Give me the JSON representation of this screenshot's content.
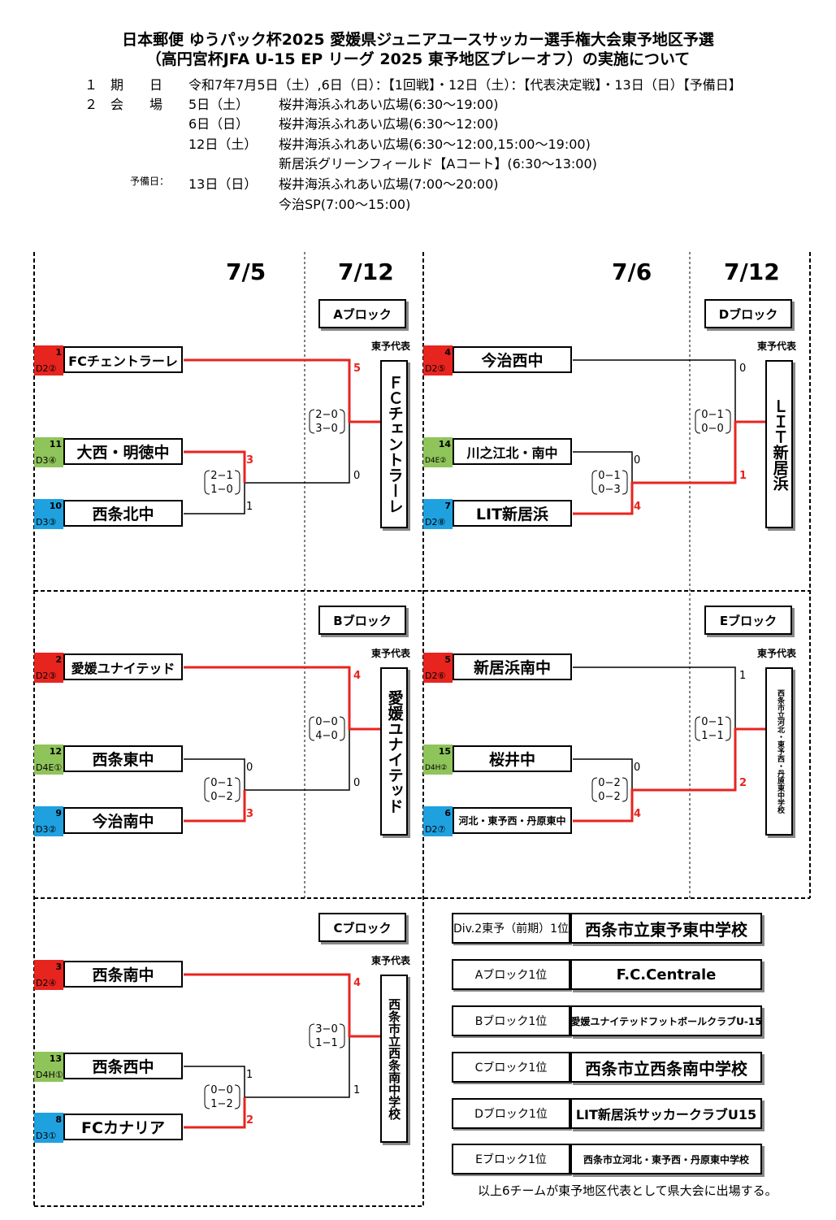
{
  "header": {
    "title_line1": "日本郵便 ゆうパック杯2025 愛媛県ジュニアユースサッカー選手権大会東予地区予選",
    "title_line2": "（高円宮杯JFA U-15 EP リーグ 2025 東予地区プレーオフ）の実施について"
  },
  "info": {
    "period_label": "１　期　　日",
    "period_value": "令和7年7月5日（土）,6日（日）：【1回戦】・12日（土）：【代表決定戦】・13日（日）【予備日】",
    "venue_label": "２　会　　場",
    "venues": [
      {
        "day": "5日（土）",
        "place": "桜井海浜ふれあい広場(6:30～19:00)"
      },
      {
        "day": "6日（日）",
        "place": "桜井海浜ふれあい広場(6:30～12:00)"
      },
      {
        "day": "12日（土）",
        "place": "桜井海浜ふれあい広場(6:30～12:00,15:00～19:00)"
      },
      {
        "day": "",
        "place": "新居浜グリーンフィールド【Aコート】(6:30～13:00)"
      },
      {
        "day": "13日（日）",
        "place": "桜井海浜ふれあい広場(7:00～20:00)"
      },
      {
        "day": "",
        "place": "今治SP(7:00～15:00)"
      }
    ],
    "reserve_label": "予備日："
  },
  "dates": {
    "left_r1": "7/5",
    "left_r2": "7/12",
    "right_r1": "7/6",
    "right_r2": "7/12"
  },
  "rep_label": "東予代表",
  "blocks": {
    "A": {
      "label": "Aブロック",
      "teams": [
        {
          "seed": "1",
          "div": "D2②",
          "name": "FCチェントラーレ"
        },
        {
          "seed": "11",
          "div": "D3④",
          "name": "大西・明徳中"
        },
        {
          "seed": "10",
          "div": "D3③",
          "name": "西条北中"
        }
      ],
      "semi": {
        "top": "3",
        "bottom": "1",
        "sub1": "2−1",
        "sub2": "1−0"
      },
      "final": {
        "top": "5",
        "bottom": "0",
        "sub1": "2−0",
        "sub2": "3−0"
      },
      "winner": "ＦＣチェントラーレ"
    },
    "B": {
      "label": "Bブロック",
      "teams": [
        {
          "seed": "2",
          "div": "D2③",
          "name": "愛媛ユナイテッド"
        },
        {
          "seed": "12",
          "div": "D4E①",
          "name": "西条東中"
        },
        {
          "seed": "9",
          "div": "D3②",
          "name": "今治南中"
        }
      ],
      "semi": {
        "top": "0",
        "bottom": "3",
        "sub1": "0−1",
        "sub2": "0−2"
      },
      "final": {
        "top": "4",
        "bottom": "0",
        "sub1": "0−0",
        "sub2": "4−0"
      },
      "winner": "愛媛ユナイテッド"
    },
    "C": {
      "label": "Cブロック",
      "teams": [
        {
          "seed": "3",
          "div": "D2④",
          "name": "西条南中"
        },
        {
          "seed": "13",
          "div": "D4H①",
          "name": "西条西中"
        },
        {
          "seed": "8",
          "div": "D3①",
          "name": "FCカナリア"
        }
      ],
      "semi": {
        "top": "1",
        "bottom": "2",
        "sub1": "0−0",
        "sub2": "1−2"
      },
      "final": {
        "top": "4",
        "bottom": "1",
        "sub1": "3−0",
        "sub2": "1−1"
      },
      "winner": "西条市立西条南中学校"
    },
    "D": {
      "label": "Dブロック",
      "teams": [
        {
          "seed": "4",
          "div": "D2⑤",
          "name": "今治西中"
        },
        {
          "seed": "14",
          "div": "D4E②",
          "name": "川之江北・南中"
        },
        {
          "seed": "7",
          "div": "D2⑧",
          "name": "LIT新居浜"
        }
      ],
      "semi": {
        "top": "0",
        "bottom": "4",
        "sub1": "0−1",
        "sub2": "0−3"
      },
      "final": {
        "top": "0",
        "bottom": "1",
        "sub1": "0−1",
        "sub2": "0−0"
      },
      "winner": "ＬＩＴ新居浜"
    },
    "E": {
      "label": "Eブロック",
      "teams": [
        {
          "seed": "5",
          "div": "D2⑥",
          "name": "新居浜南中"
        },
        {
          "seed": "15",
          "div": "D4H②",
          "name": "桜井中"
        },
        {
          "seed": "6",
          "div": "D2⑦",
          "name": "河北・東予西・丹原東中"
        }
      ],
      "semi": {
        "top": "0",
        "bottom": "4",
        "sub1": "0−2",
        "sub2": "0−2"
      },
      "final": {
        "top": "1",
        "bottom": "2",
        "sub1": "0−1",
        "sub2": "1−1"
      },
      "winner": "西条市立河北・東予西・丹原東中学校"
    }
  },
  "results": [
    {
      "label": "Div.2東予（前期）1位",
      "team": "西条市立東予東中学校"
    },
    {
      "label": "Aブロック1位",
      "team": "F.C.Centrale"
    },
    {
      "label": "Bブロック1位",
      "team": "愛媛ユナイテッドフットボールクラブU-15"
    },
    {
      "label": "Cブロック1位",
      "team": "西条市立西条南中学校"
    },
    {
      "label": "Dブロック1位",
      "team": "LIT新居浜サッカークラブU15"
    },
    {
      "label": "Eブロック1位",
      "team": "西条市立河北・東予西・丹原東中学校"
    }
  ],
  "footer_note": "以上6チームが東予地区代表として県大会に出場する。",
  "colors": {
    "win_line": "#e8241f",
    "seed_d2": "#e8241f",
    "seed_d3": "#1fa1e0",
    "seed_d4": "#8fc45a"
  }
}
